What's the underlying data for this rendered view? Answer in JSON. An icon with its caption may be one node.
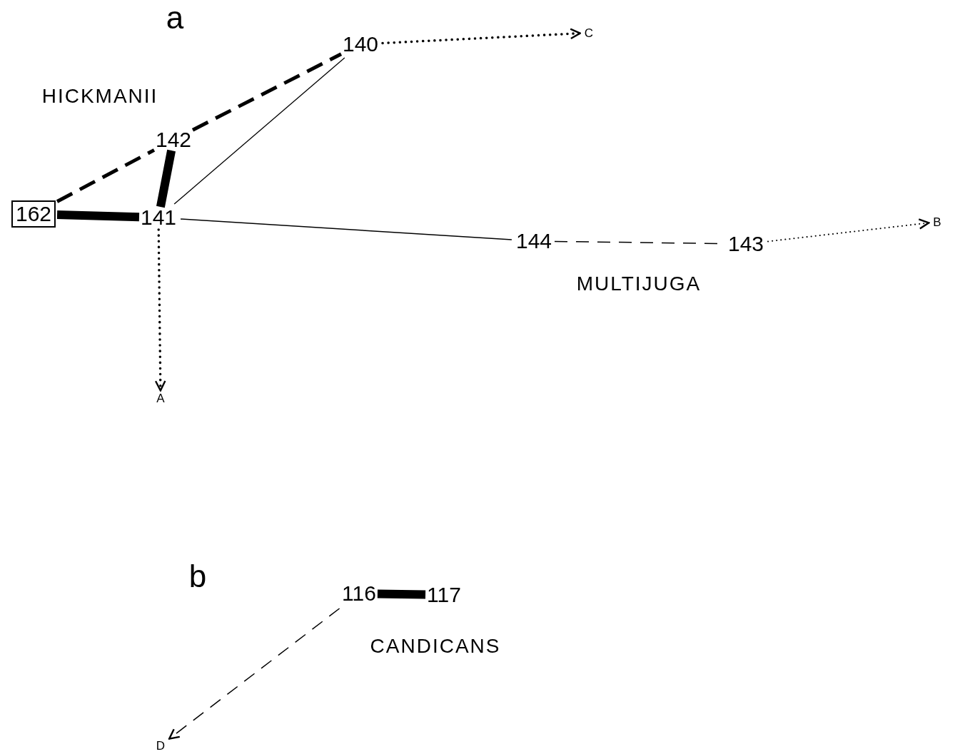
{
  "diagram": {
    "nodes": [
      {
        "text": [
          "140"
        ]
      },
      {
        "text": [
          "C"
        ]
      },
      {
        "text": [
          "142"
        ]
      },
      {
        "text": [
          "162"
        ]
      },
      {
        "text": [
          "141"
        ]
      },
      {
        "text": [
          "144"
        ]
      },
      {
        "text": [
          "143"
        ]
      },
      {
        "text": [
          "B"
        ]
      },
      {
        "text": [
          "A"
        ]
      },
      {
        "text": [
          "116"
        ]
      },
      {
        "text": [
          "117"
        ]
      },
      {
        "text": [
          "D"
        ]
      }
    ],
    "edges": [
      {
        "from": 3,
        "to": 2,
        "arrow": "none",
        "style": "dashed"
      },
      {
        "from": 2,
        "to": 0,
        "arrow": "none",
        "style": "dashed"
      },
      {
        "from": 3,
        "to": 4,
        "arrow": "none",
        "style": "thick"
      },
      {
        "from": 2,
        "to": 4,
        "arrow": "none",
        "style": "thick"
      },
      {
        "from": 0,
        "to": 4,
        "arrow": "none"
      },
      {
        "from": 4,
        "to": 5,
        "arrow": "none"
      },
      {
        "from": 5,
        "to": 6,
        "arrow": "none",
        "style": "dashed"
      },
      {
        "from": 6,
        "to": 7,
        "arrow": "to",
        "style": "dashed"
      },
      {
        "from": 0,
        "to": 1,
        "arrow": "to",
        "style": "dashed"
      },
      {
        "from": 4,
        "to": 8,
        "arrow": "to",
        "style": "dashed"
      },
      {
        "from": 9,
        "to": 10,
        "arrow": "none",
        "style": "thick"
      },
      {
        "from": 9,
        "to": 11,
        "arrow": "to",
        "style": "dashed"
      }
    ],
    "labels": [
      "a",
      "HICKMANII",
      "MULTIJUGA",
      "b",
      "CANDICANS"
    ]
  }
}
